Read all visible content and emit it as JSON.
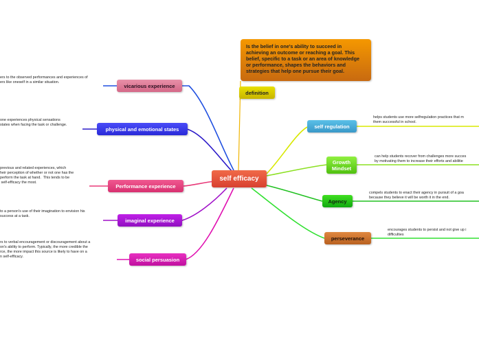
{
  "central": {
    "label": "self efficacy",
    "color": "#e8553c"
  },
  "definition": {
    "label": "definition",
    "text": "Is the belief in one's ability to succeed in achieving an outcome or reaching a goal. This belief, specific to a task or an area of knowledge or performance, shapes the behaviors and strategies that help one pursue their goal."
  },
  "left_branches": [
    {
      "label": "vicarious experience",
      "note": "ers to the observed performances and experiences of\ners like oneself in a similar situation."
    },
    {
      "label": "physical and emotional states",
      "note": "one experiences physical sensations\nstates when facing the task or challenge."
    },
    {
      "label": "Performance experience",
      "note": "previous and related experiences, which\nheir perception of whether or not one has the\nperform the task at hand.  This tends to be\n self-efficacy the most."
    },
    {
      "label": "imaginal experience",
      "note": "to a person's use of their imagination to envision his\nsuccess at a task."
    },
    {
      "label": "social persuasion",
      "note": "rs to verbal encouragement or discouragement about a\non's ability to perform. Typically, the more credible the\nrce, the more impact this source is likely to have on a\nn self-efficacy."
    }
  ],
  "right_branches": [
    {
      "label": "self regulation",
      "note": "helps students use more selfregulation practices that m\nthem successful in school."
    },
    {
      "label": "Growth Mindset",
      "note": "can help students recover from challenges more succes\nby motivating them to increase their efforts and abilitie"
    },
    {
      "label": "Agency",
      "note": "compels students to enact their agency in pursuit of a goa\nbecause they believe it will be worth it in the end."
    },
    {
      "label": "perseverance",
      "note": "encourages students to persist and not give up i\ndifficulties"
    }
  ]
}
